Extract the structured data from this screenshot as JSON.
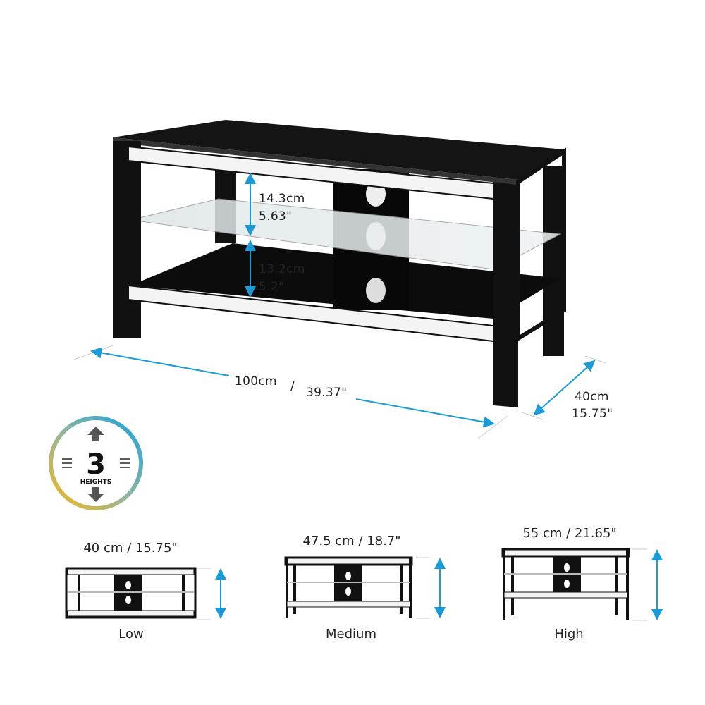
{
  "main_dimensions": {
    "upper_clearance_cm": "14.3cm",
    "upper_clearance_in": "5.63\"",
    "lower_clearance_cm": "13.2cm",
    "lower_clearance_in": "5.2\"",
    "width_cm": "100cm",
    "width_sep": "/",
    "width_in": "39.37\"",
    "depth_cm": "40cm",
    "depth_in": "15.75\""
  },
  "badge": {
    "number": "3",
    "label": "HEIGHTS",
    "gradient_colors": [
      "#f5b81c",
      "#1aa3e0"
    ]
  },
  "height_options": [
    {
      "name": "Low",
      "dimension": "40 cm / 15.75\""
    },
    {
      "name": "Medium",
      "dimension": "47.5 cm / 18.7\""
    },
    {
      "name": "High",
      "dimension": "55 cm / 21.65\""
    }
  ],
  "colors": {
    "arrow": "#1a9ad6",
    "frame": "#111111"
  }
}
